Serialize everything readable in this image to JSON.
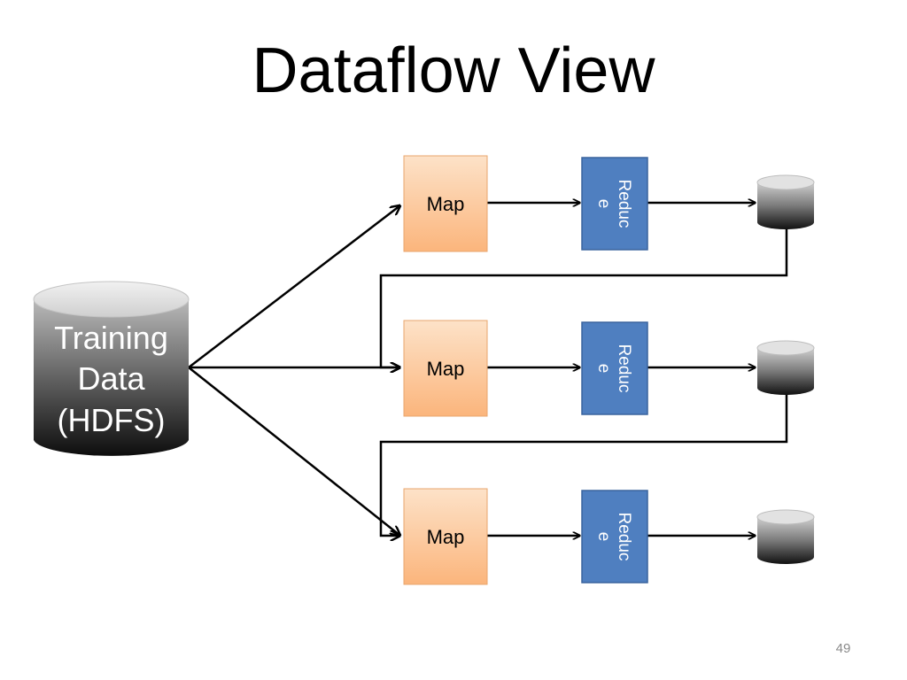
{
  "title": "Dataflow View",
  "slide_number": "49",
  "source": {
    "lines": [
      "Training",
      "Data",
      "(HDFS)"
    ]
  },
  "rows": [
    {
      "map_label": "Map",
      "reduce_lines": [
        "Reduc",
        "e"
      ]
    },
    {
      "map_label": "Map",
      "reduce_lines": [
        "Reduc",
        "e"
      ]
    },
    {
      "map_label": "Map",
      "reduce_lines": [
        "Reduc",
        "e"
      ]
    }
  ],
  "colors": {
    "map_fill": "#fcc79b",
    "reduce_fill": "#4f7fc0",
    "line": "#000000"
  }
}
